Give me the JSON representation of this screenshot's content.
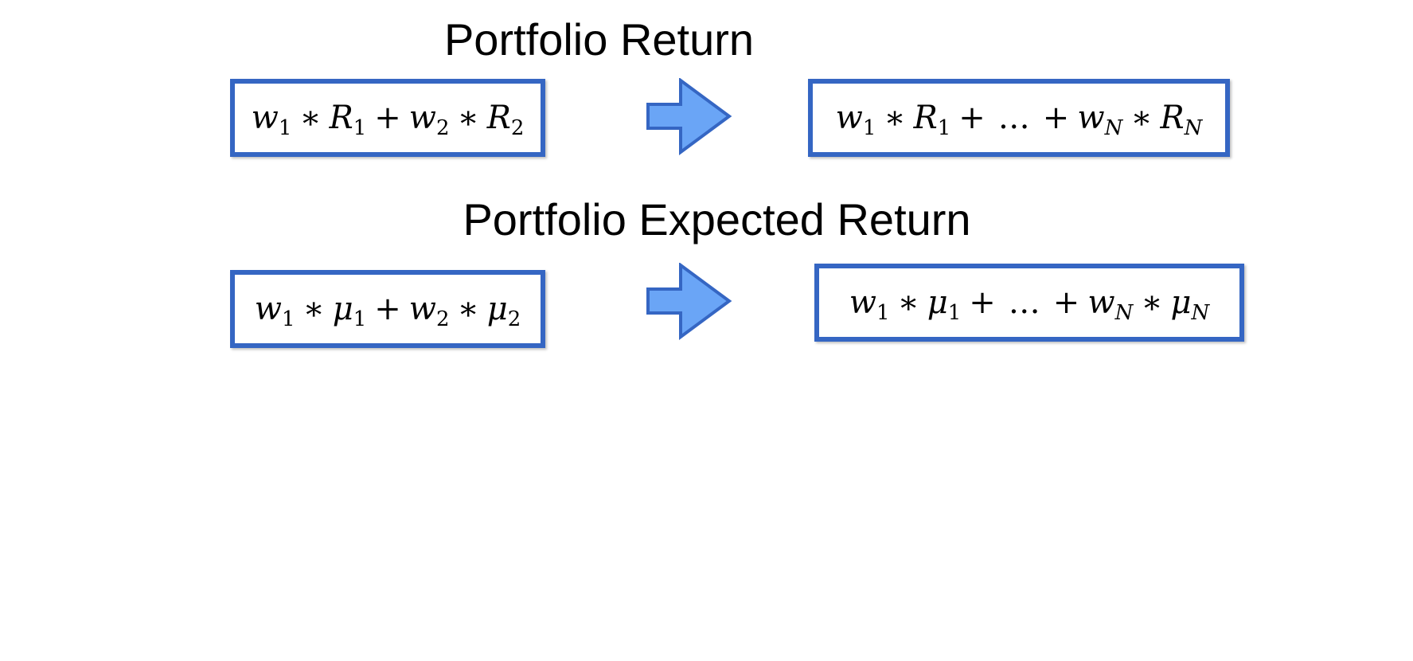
{
  "sections": [
    {
      "title": "Portfolio Return",
      "left": {
        "parts": [
          [
            "w",
            "1"
          ],
          [
            "op",
            "∗"
          ],
          [
            "R",
            "1"
          ],
          [
            "op",
            "+"
          ],
          [
            "w",
            "2"
          ],
          [
            "op",
            "∗"
          ],
          [
            "R",
            "2"
          ]
        ]
      },
      "right": {
        "parts": [
          [
            "w",
            "1"
          ],
          [
            "op",
            "∗"
          ],
          [
            "R",
            "1"
          ],
          [
            "op",
            "+"
          ],
          [
            "op",
            "…"
          ],
          [
            "op",
            "+"
          ],
          [
            "w",
            "N"
          ],
          [
            "op",
            "∗"
          ],
          [
            "R",
            "N"
          ]
        ]
      }
    },
    {
      "title": "Portfolio Expected Return",
      "left": {
        "parts": [
          [
            "w",
            "1"
          ],
          [
            "op",
            "∗"
          ],
          [
            "μ",
            "1"
          ],
          [
            "op",
            "+"
          ],
          [
            "w",
            "2"
          ],
          [
            "op",
            "∗"
          ],
          [
            "μ",
            "2"
          ]
        ]
      },
      "right": {
        "parts": [
          [
            "w",
            "1"
          ],
          [
            "op",
            "∗"
          ],
          [
            "μ",
            "1"
          ],
          [
            "op",
            "+"
          ],
          [
            "op",
            "…"
          ],
          [
            "op",
            "+"
          ],
          [
            "w",
            "N"
          ],
          [
            "op",
            "∗"
          ],
          [
            "μ",
            "N"
          ]
        ]
      }
    }
  ],
  "colors": {
    "box_border": "#3566c3",
    "arrow_fill": "#6aa5f6",
    "arrow_stroke": "#3566c3"
  },
  "icons": {
    "arrow": "right-arrow-icon"
  }
}
